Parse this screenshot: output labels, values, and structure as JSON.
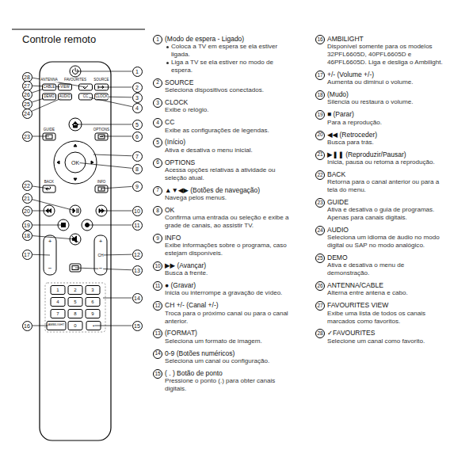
{
  "diagram": {
    "title": "Controle remoto",
    "labels": [
      "ANTENNA",
      "FAVOURITES",
      "SOURCE",
      "CABLE",
      "VIEW",
      "DEMO",
      "AUDIO",
      "CC",
      "CLOCK",
      "GUIDE",
      "OPTIONS",
      "OK",
      "BACK",
      "INFO",
      "+",
      "−",
      "+",
      "CH",
      "−",
      "1",
      "2",
      "3",
      "4",
      "5",
      "6",
      "7",
      "8",
      "9",
      "AMBILIGHT",
      "0",
      "•",
      "28",
      "27",
      "26",
      "25",
      "24",
      "23",
      "22",
      "21",
      "20",
      "19",
      "18",
      "17",
      "16",
      "1",
      "2",
      "3",
      "4",
      "5",
      "6",
      "7",
      "8",
      "9",
      "10",
      "11",
      "12",
      "13",
      "14",
      "15",
      "1",
      "(Modo de espera - Ligado)",
      "Coloca a TV em espera se ela estiver ligada.",
      "Liga a TV se ela estiver no modo de espera.",
      "2",
      "SOURCE",
      "Seleciona dispositivos conectados.",
      "3",
      "CLOCK",
      "Exibe o relógio.",
      "4",
      "CC",
      "Exibe as configurações de legendas.",
      "5",
      "(Início)",
      "Ativa e desativa o menu inicial.",
      "6",
      "OPTIONS",
      "Acessa opções relativas à atividade ou seleção atual.",
      "7",
      "▲▼◀▶ (Botões de navegação)",
      "Navega pelos menus.",
      "8",
      "OK",
      "Confirma uma entrada ou seleção e exibe a grade de canais, ao assistir TV.",
      "9",
      "INFO",
      "Exibe informações sobre o programa, caso estejam disponíveis.",
      "10",
      "▶▶ (Avançar)",
      "Busca à frente.",
      "11",
      "● (Gravar)",
      "Inicia ou interrompe a gravação de vídeo.",
      "12",
      "CH +/- (Canal +/-)",
      "Troca para o próximo canal ou para o canal anterior.",
      "13",
      "(FORMAT)",
      "Seleciona um formato de imagem.",
      "14",
      "0-9 (Botões numéricos)",
      "Seleciona um canal ou configuração.",
      "15",
      "( . ) Botão de ponto",
      "Pressione o ponto (.) para obter canais digitais.",
      "16",
      "AMBILIGHT",
      "Disponível somente para os modelos 32PFL6605D, 40PFL6605D e 46PFL6605D. Liga e desliga o Ambilight.",
      "17",
      "+/- (Volume +/-)",
      "Aumenta ou diminui o volume.",
      "18",
      "(Mudo)",
      "Silencia ou restaura o volume.",
      "19",
      "■ (Parar)",
      "Para a reprodução.",
      "20",
      "◀◀ (Retroceder)",
      "Busca para trás.",
      "21",
      "▶❚❚ (Reproduzir/Pausar)",
      "Inicia, pausa ou retoma a reprodução.",
      "22",
      "BACK",
      "Retorna para o canal anterior ou para a tela do menu.",
      "23",
      "GUIDE",
      "Ativa e desativa o guia de programas. Apenas para canais digitais.",
      "24",
      "AUDIO",
      "Seleciona um idioma de áudio no modo digital ou SAP no modo analógico.",
      "25",
      "DEMO",
      "Ativa e desativa o menu de demonstração.",
      "26",
      "ANTENNA/CABLE",
      "Alterna entre antena e cabo.",
      "27",
      "FAVOURITES VIEW",
      "Exibe uma lista de todos os canais marcados como favoritos.",
      "28",
      "✓FAVOURITES",
      "Selecione um canal como favorito."
    ]
  }
}
